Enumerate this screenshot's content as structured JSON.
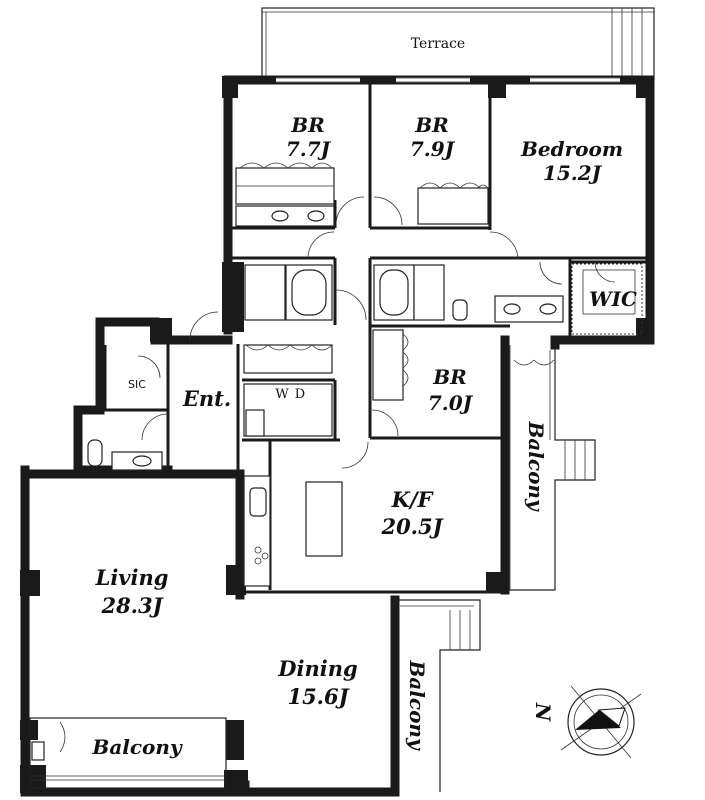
{
  "rooms": {
    "terrace": "Terrace",
    "br1": {
      "name": "BR",
      "size": "7.7J"
    },
    "br2": {
      "name": "BR",
      "size": "7.9J"
    },
    "bedroom": {
      "name": "Bedroom",
      "size": "15.2J"
    },
    "wic": "WIC",
    "br3": {
      "name": "BR",
      "size": "7.0J"
    },
    "sic": "SIC",
    "entrance": "Ent.",
    "wd": {
      "w": "W",
      "d": "D"
    },
    "kf": {
      "name": "K/F",
      "size": "20.5J"
    },
    "living": {
      "name": "Living",
      "size": "28.3J"
    },
    "dining": {
      "name": "Dining",
      "size": "15.6J"
    },
    "balcony_east": "Balcony",
    "balcony_south": "Balcony",
    "balcony_bottom": "Balcony"
  },
  "compass": {
    "north": "N"
  }
}
